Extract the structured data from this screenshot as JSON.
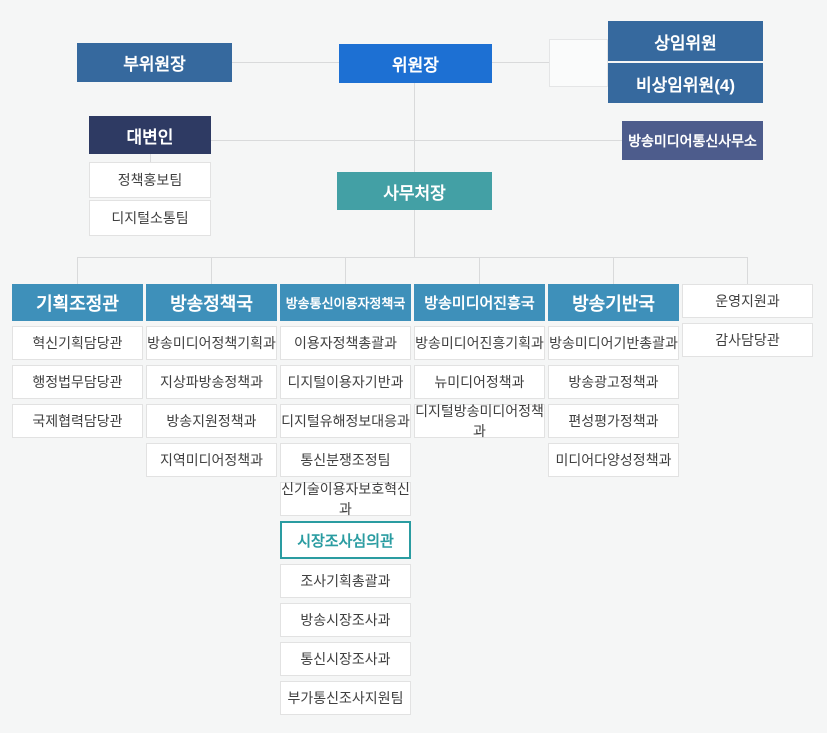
{
  "top": {
    "vice_chair": "부위원장",
    "chair": "위원장",
    "standing": "상임위원",
    "non_standing": "비상임위원(4)",
    "media_office": "방송미디어통신사무소",
    "spokesperson": "대변인",
    "spokes_teams": [
      "정책홍보팀",
      "디지털소통팀"
    ],
    "secretary_general": "사무처장"
  },
  "columns": [
    {
      "header": "기획조정관",
      "items": [
        "혁신기획담당관",
        "행정법무담당관",
        "국제협력담당관"
      ]
    },
    {
      "header": "방송정책국",
      "items": [
        "방송미디어정책기획과",
        "지상파방송정책과",
        "방송지원정책과",
        "지역미디어정책과"
      ]
    },
    {
      "header": "방송통신이용자정책국",
      "items": [
        "이용자정책총괄과",
        "디지털이용자기반과",
        "디지털유해정보대응과",
        "통신분쟁조정팀",
        "신기술이용자보호혁신과",
        {
          "label": "시장조사심의관",
          "highlight": true
        },
        "조사기획총괄과",
        "방송시장조사과",
        "통신시장조사과",
        "부가통신조사지원팀"
      ]
    },
    {
      "header": "방송미디어진흥국",
      "items": [
        "방송미디어진흥기획과",
        "뉴미디어정책과",
        "디지털방송미디어정책과"
      ]
    },
    {
      "header": "방송기반국",
      "items": [
        "방송미디어기반총괄과",
        "방송광고정책과",
        "편성평가정책과",
        "미디어다양성정책과"
      ]
    },
    {
      "header": null,
      "items": [
        "운영지원과",
        "감사담당관"
      ]
    }
  ],
  "colors": {
    "background": "#f5f6f6",
    "steel_blue": "#36699e",
    "bright_blue": "#1d70d3",
    "navy": "#2e3a63",
    "slate_blue": "#4d5c8c",
    "teal": "#43a0a5",
    "header_blue": "#3e90ba",
    "highlight_teal": "#2a9ca1",
    "connector_line": "#d9dadb",
    "box_border": "#e2e2e2",
    "text": "#404040"
  }
}
